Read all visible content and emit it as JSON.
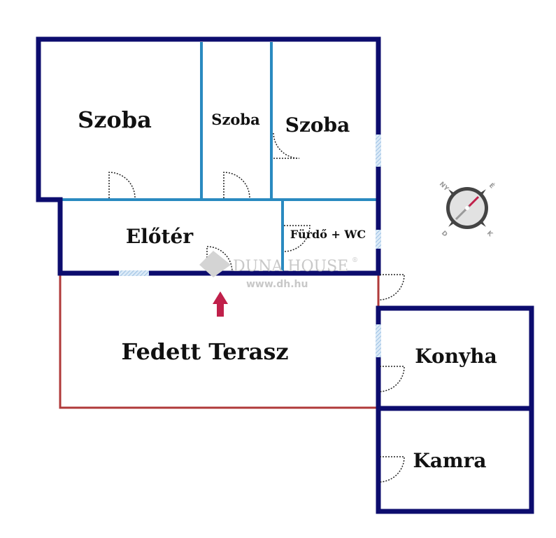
{
  "rooms": {
    "szoba_1": "Szoba",
    "szoba_2": "Szoba",
    "szoba_3": "Szoba",
    "eloter": "Előtér",
    "furdo": "Fürdő + WC",
    "terasz": "Fedett Terasz",
    "konyha": "Konyha",
    "kamra": "Kamra"
  },
  "watermark": {
    "brand": "DUNA HOUSE",
    "registered": "®",
    "url": "www.dh.hu"
  },
  "compass": {
    "north": "NY",
    "east": "É",
    "south": "D",
    "west": "K"
  },
  "colors": {
    "outer_wall": "#0c0c6e",
    "inner_wall": "#2a8ac0",
    "terrace": "#b03a3a",
    "arrow": "#c0204a"
  }
}
